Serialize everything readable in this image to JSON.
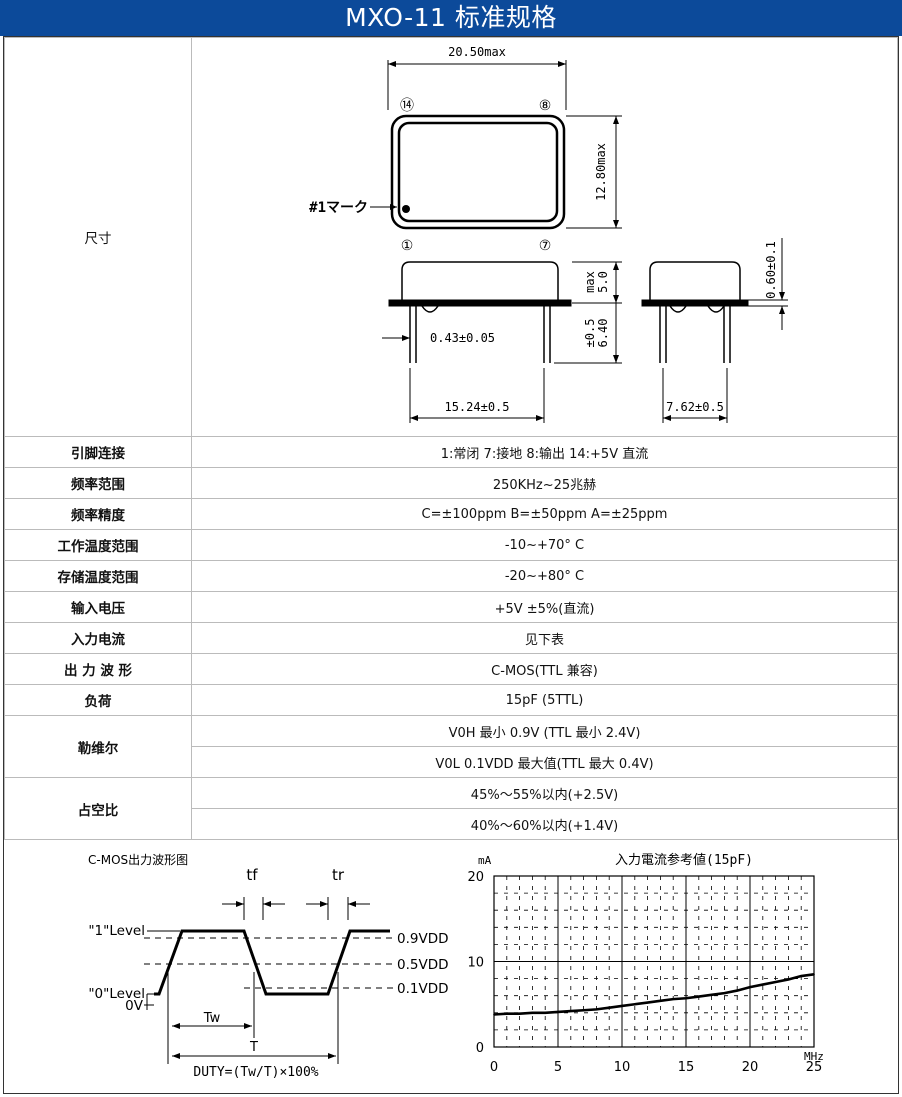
{
  "title": "MXO-11 标准规格",
  "dimension": {
    "label": "尺寸",
    "width_max": "20.50max",
    "height_max": "12.80max",
    "pin14": "⑭",
    "pin8": "⑧",
    "pin1": "①",
    "pin7": "⑦",
    "mark": "#1マーク",
    "body_h_1": "max",
    "body_h_2": "5.0",
    "lead_1": "±0.5",
    "lead_2": "6.40",
    "lead_w": "0.43±0.05",
    "pitch": "15.24±0.5",
    "side_pitch": "7.62±0.5",
    "standoff": "0.60±0.1"
  },
  "rows": [
    {
      "label": "引脚连接",
      "value": "1:常闭 7:接地 8:输出 14:+5V 直流"
    },
    {
      "label": "频率范围",
      "value": "250KHz~25兆赫"
    },
    {
      "label": "频率精度",
      "value": "C=±100ppm B=±50ppm A=±25ppm"
    },
    {
      "label": "工作温度范围",
      "value": "-10~+70° C"
    },
    {
      "label": "存储温度范围",
      "value": "-20~+80° C"
    },
    {
      "label": "输入电压",
      "value": "+5V ±5%(直流)"
    },
    {
      "label": "入力电流",
      "value": "见下表"
    },
    {
      "label": "出 力 波 形",
      "value": "C-MOS(TTL 兼容)"
    },
    {
      "label": "负荷",
      "value": "15pF (5TTL)"
    }
  ],
  "level": {
    "label": "勒维尔",
    "v1": "V0H 最小 0.9V (TTL 最小 2.4V)",
    "v2": "V0L 0.1VDD 最大值(TTL 最大 0.4V)"
  },
  "duty_row": {
    "label": "占空比",
    "v1": "45%～55%以内(+2.5V)",
    "v2": "40%～60%以内(+1.4V)"
  },
  "waveform": {
    "title": "C-MOS出力波形图",
    "tf": "tf",
    "tr": "tr",
    "level1": "\"1\"Level",
    "level0": "\"0\"Level",
    "zero_v": "0V",
    "v09": "0.9VDD",
    "v05": "0.5VDD",
    "v01": "0.1VDD",
    "tw": "Tw",
    "t": "T",
    "duty": "DUTY=(Tw/T)×100%"
  },
  "chart_data": {
    "type": "line",
    "title": "入力電流参考値(15pF)",
    "ylabel": "mA",
    "xlabel": "MHz",
    "xlim": [
      0,
      25
    ],
    "ylim": [
      0,
      20
    ],
    "xticks": [
      0,
      5,
      10,
      15,
      20,
      25
    ],
    "yticks": [
      0,
      10,
      20
    ],
    "grid": true,
    "x": [
      0,
      1,
      2,
      3,
      4,
      5,
      6,
      7,
      8,
      9,
      10,
      11,
      12,
      13,
      14,
      15,
      16,
      17,
      18,
      19,
      20,
      21,
      22,
      23,
      24,
      25
    ],
    "values": [
      3.8,
      3.9,
      3.9,
      4.0,
      4.0,
      4.1,
      4.2,
      4.3,
      4.4,
      4.6,
      4.8,
      5.0,
      5.2,
      5.4,
      5.6,
      5.7,
      5.9,
      6.1,
      6.3,
      6.6,
      7.0,
      7.3,
      7.6,
      7.9,
      8.3,
      8.5
    ],
    "series_color": "#000000"
  }
}
